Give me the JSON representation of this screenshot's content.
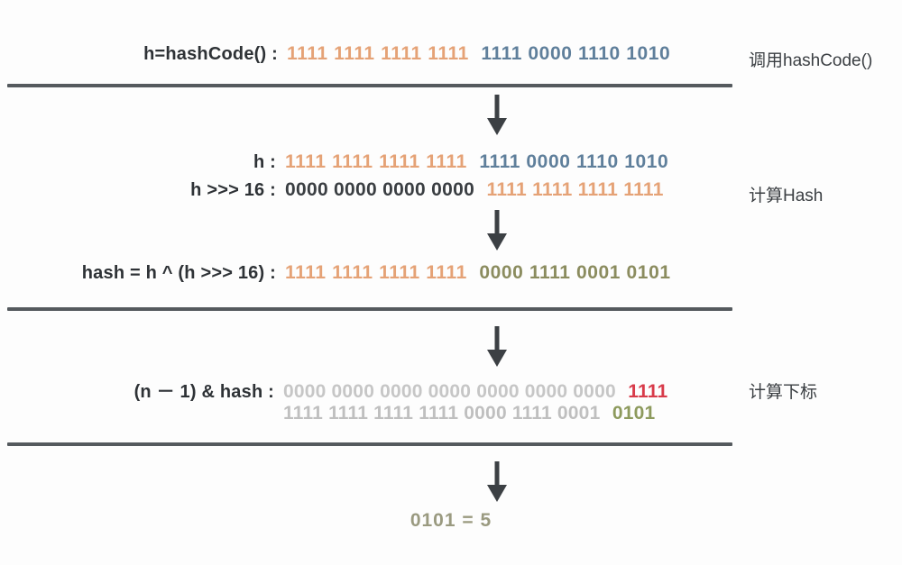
{
  "diagram": {
    "title": "HashMap hash and index computation",
    "colors": {
      "orange": "#e5a276",
      "steel_blue": "#5f7f9b",
      "dark": "#3a3e42",
      "olive": "#8b8c5f",
      "ghost_gray": "#c6c6c6",
      "red": "#d83b4a",
      "rule": "#555a5e"
    },
    "sections": [
      {
        "id": "hashcode",
        "caption": "调用hashCode()",
        "rows": [
          {
            "label": "h=hashCode() :",
            "groups": [
              {
                "text": "1111 1111 1111 1111",
                "color": "orange"
              },
              {
                "text": "1111 0000 1110 1010",
                "color": "steel"
              }
            ]
          }
        ]
      },
      {
        "id": "compute-hash",
        "caption": "计算Hash",
        "rows": [
          {
            "label": "h :",
            "groups": [
              {
                "text": "1111 1111 1111 1111",
                "color": "orange"
              },
              {
                "text": "1111 0000 1110 1010",
                "color": "steel"
              }
            ]
          },
          {
            "label": "h >>> 16 :",
            "groups": [
              {
                "text": "0000 0000 0000 0000",
                "color": "dark"
              },
              {
                "text": "1111 1111 1111 1111",
                "color": "orange"
              }
            ]
          }
        ]
      },
      {
        "id": "hash-result",
        "caption": "",
        "rows": [
          {
            "label": "hash = h ^ (h >>> 16) :",
            "groups": [
              {
                "text": "1111 1111 1111 1111",
                "color": "orange"
              },
              {
                "text": "0000 1111 0001 0101",
                "color": "olive"
              }
            ]
          }
        ]
      },
      {
        "id": "compute-index",
        "caption": "计算下标",
        "rows": [
          {
            "label": "(n － 1) & hash :",
            "groups": [
              {
                "text": "0000 0000 0000 0000 0000 0000 0000",
                "color": "ghost"
              },
              {
                "text": "1111",
                "color": "red"
              }
            ]
          },
          {
            "label": "",
            "groups": [
              {
                "text": "1111 1111 1111 1111 0000 1111 0001",
                "color": "ghost"
              },
              {
                "text": "0101",
                "color": "olive2"
              }
            ]
          }
        ]
      }
    ],
    "result": "0101 = 5",
    "arrow_icon": "down-arrow-icon"
  }
}
